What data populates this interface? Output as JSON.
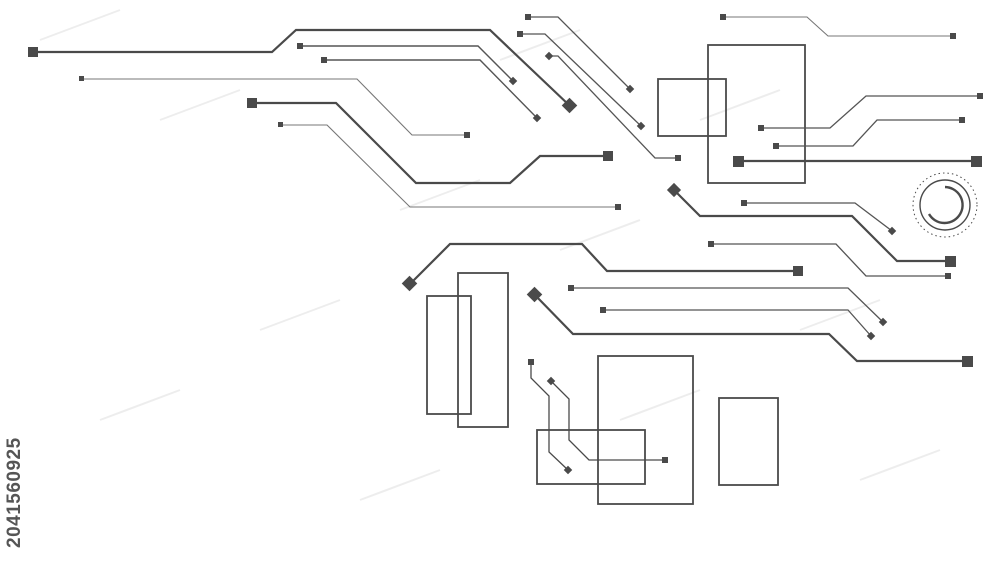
{
  "image_id_label": "2041560925",
  "colors": {
    "background": "#ffffff",
    "trace_dark": "#4a4a4a",
    "trace_light": "#777777",
    "text": "#555555",
    "watermark": "#000000"
  },
  "icons": [
    "circuit-trace",
    "square-pad",
    "diamond-pad",
    "component-rectangle",
    "radial-dial-icon"
  ]
}
